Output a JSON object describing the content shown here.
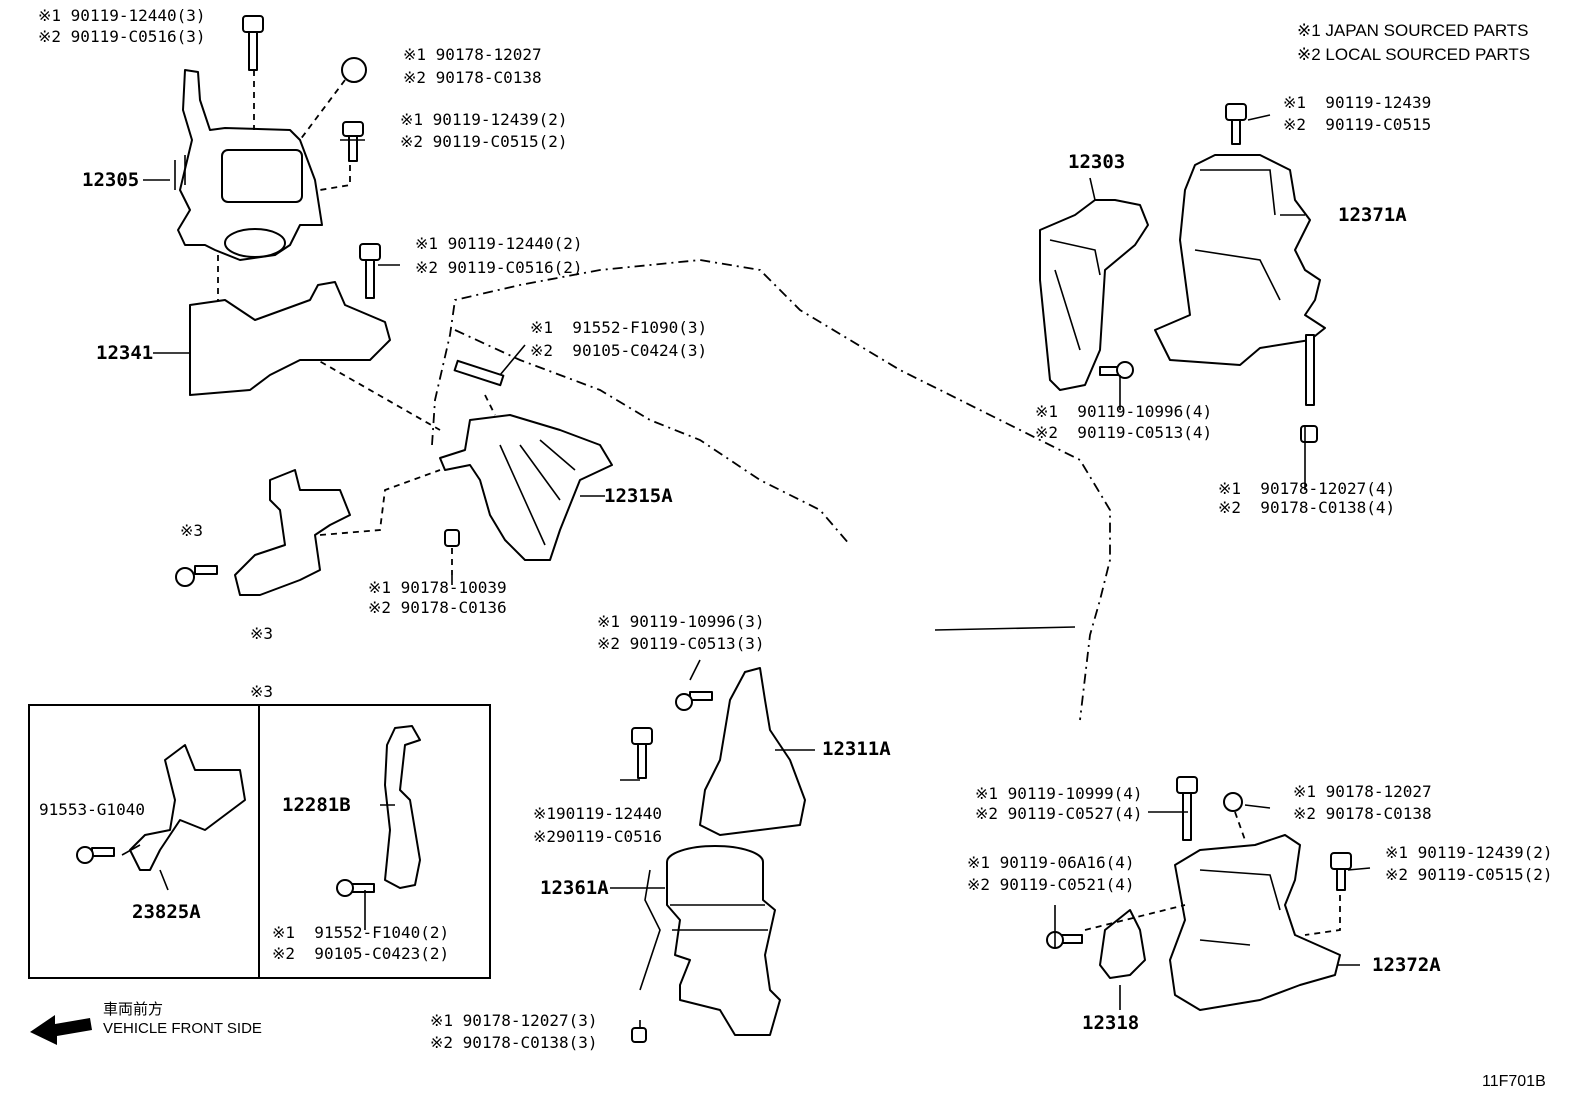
{
  "legend": {
    "line1": "※1 JAPAN SOURCED PARTS",
    "line2": "※2 LOCAL SOURCED PARTS"
  },
  "diagram_code": "11F701B",
  "direction": {
    "cjk": "車両前方",
    "label": "VEHICLE FRONT SIDE"
  },
  "inset": {
    "mark": "※3"
  },
  "labels": {
    "b1_1": "※1 90119-12440(3)",
    "b1_2": "※2 90119-C0516(3)",
    "n1_1": "※1 90178-12027",
    "n1_2": "※2 90178-C0138",
    "b2_1": "※1 90119-12439(2)",
    "b2_2": "※2 90119-C0515(2)",
    "p12305": "12305",
    "b3_1": "※1 90119-12440(2)",
    "b3_2": "※2 90119-C0516(2)",
    "p12341": "12341",
    "b4_1": "※1  91552-F1090(3)",
    "b4_2": "※2  90105-C0424(3)",
    "p12315a": "12315A",
    "m3a": "※3",
    "m3b": "※3",
    "n2_1": "※1 90178-10039",
    "n2_2": "※2 90178-C0136",
    "p12303": "12303",
    "b5_1": "※1  90119-12439",
    "b5_2": "※2  90119-C0515",
    "p12371a": "12371A",
    "b6_1": "※1  90119-10996(4)",
    "b6_2": "※2  90119-C0513(4)",
    "n3_1": "※1  90178-12027(4)",
    "n3_2": "※2  90178-C0138(4)",
    "b7_1": "※1 90119-10996(3)",
    "b7_2": "※2 90119-C0513(3)",
    "p12311a": "12311A",
    "b8_1": "※190119-12440",
    "b8_2": "※290119-C0516",
    "p12361a": "12361A",
    "n4_1": "※1 90178-12027(3)",
    "n4_2": "※2 90178-C0138(3)",
    "b9_1": "※1 90119-10999(4)",
    "b9_2": "※2 90119-C0527(4)",
    "n5_1": "※1 90178-12027",
    "n5_2": "※2 90178-C0138",
    "b10_1": "※1 90119-12439(2)",
    "b10_2": "※2 90119-C0515(2)",
    "b11_1": "※1 90119-06A16(4)",
    "b11_2": "※2 90119-C0521(4)",
    "p12372a": "12372A",
    "p12318": "12318",
    "p91553": "91553-G1040",
    "p23825a": "23825A",
    "p12281b": "12281B",
    "b12_1": "※1  91552-F1040(2)",
    "b12_2": "※2  90105-C0423(2)"
  }
}
